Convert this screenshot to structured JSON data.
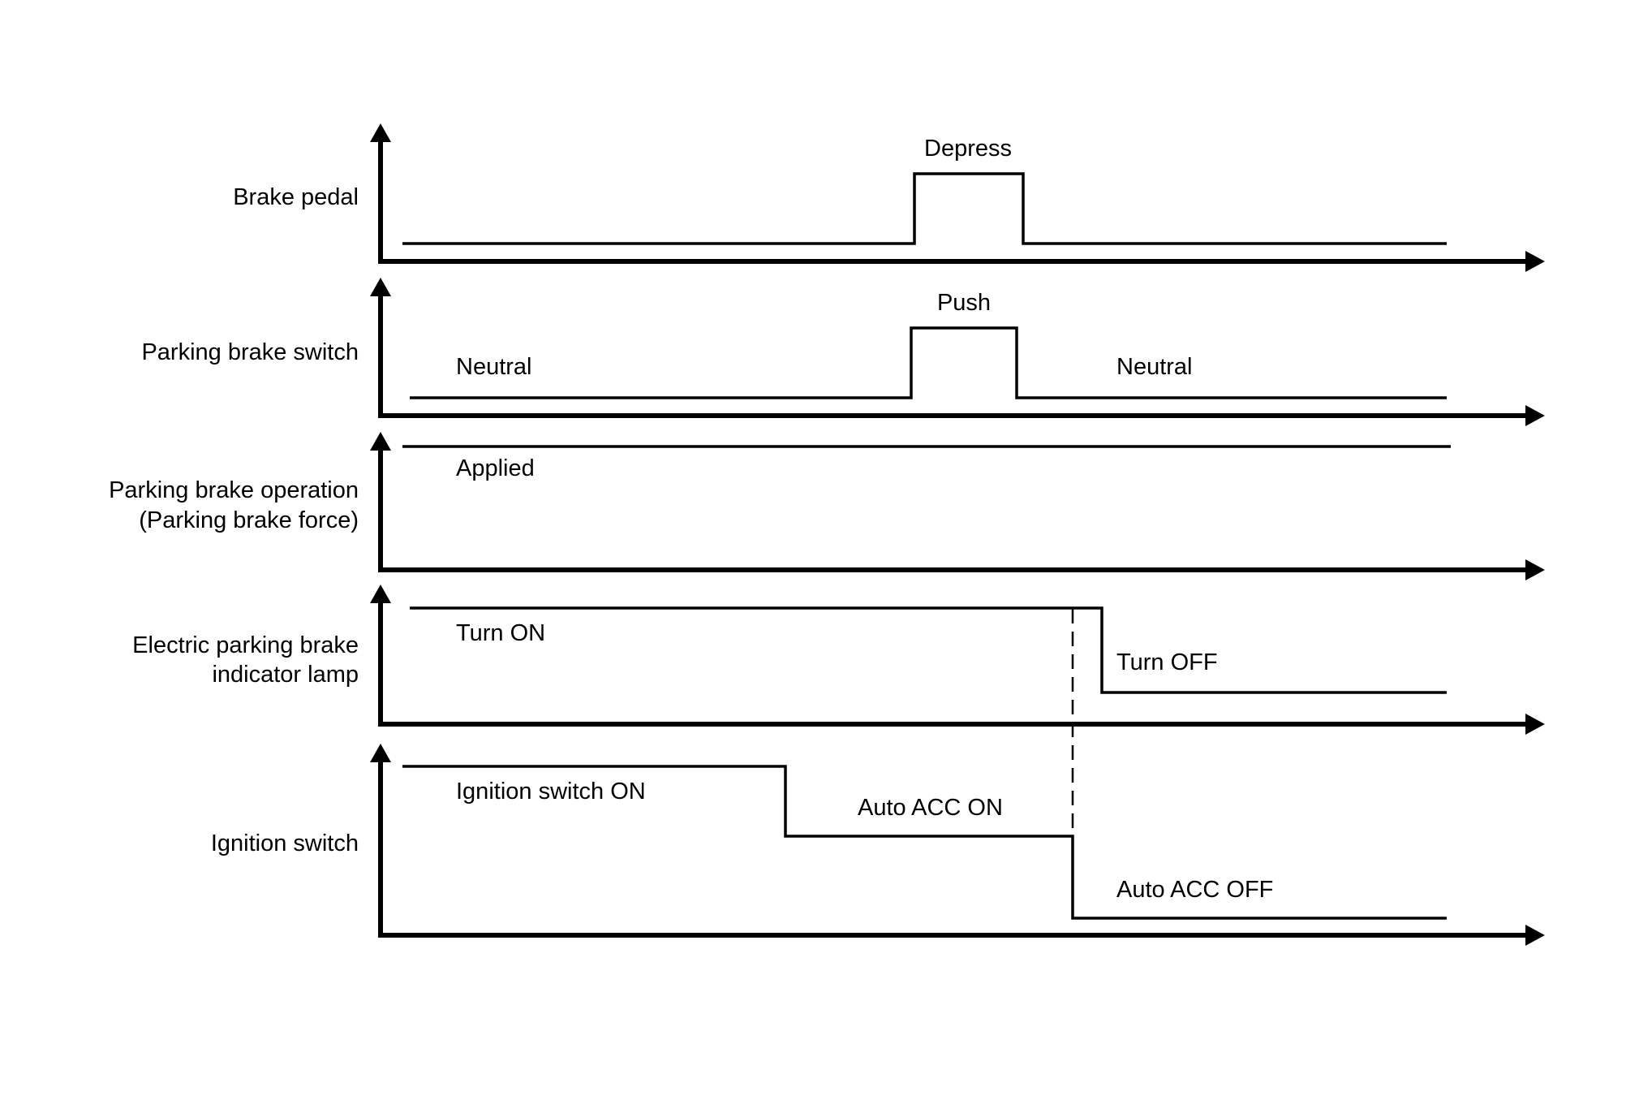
{
  "diagram": {
    "type": "timing-chart",
    "rows": [
      {
        "id": "brake-pedal",
        "label_lines": [
          "Brake pedal"
        ],
        "states": [
          {
            "text": "Depress"
          }
        ]
      },
      {
        "id": "parking-brake-switch",
        "label_lines": [
          "Parking brake switch"
        ],
        "states": [
          {
            "text": "Neutral"
          },
          {
            "text": "Push"
          },
          {
            "text": "Neutral"
          }
        ]
      },
      {
        "id": "parking-brake-operation",
        "label_lines": [
          "Parking brake operation",
          "(Parking brake force)"
        ],
        "states": [
          {
            "text": "Applied"
          }
        ]
      },
      {
        "id": "epb-indicator-lamp",
        "label_lines": [
          "Electric parking brake",
          "indicator lamp"
        ],
        "states": [
          {
            "text": "Turn ON"
          },
          {
            "text": "Turn OFF"
          }
        ]
      },
      {
        "id": "ignition-switch",
        "label_lines": [
          "Ignition switch"
        ],
        "states": [
          {
            "text": "Ignition switch ON"
          },
          {
            "text": "Auto ACC ON"
          },
          {
            "text": "Auto ACC OFF"
          }
        ]
      }
    ],
    "events": [
      {
        "name": "brake-pedal-depress-with-switch-push",
        "description": "Brake pedal depressed while parking brake switch pushed"
      },
      {
        "name": "ignition-to-auto-acc",
        "description": "Ignition switch ON changes to Auto ACC ON"
      },
      {
        "name": "auto-acc-off",
        "description": "Auto ACC OFF, indicator lamp turns OFF shortly after",
        "marker": "dashed-line"
      }
    ]
  }
}
